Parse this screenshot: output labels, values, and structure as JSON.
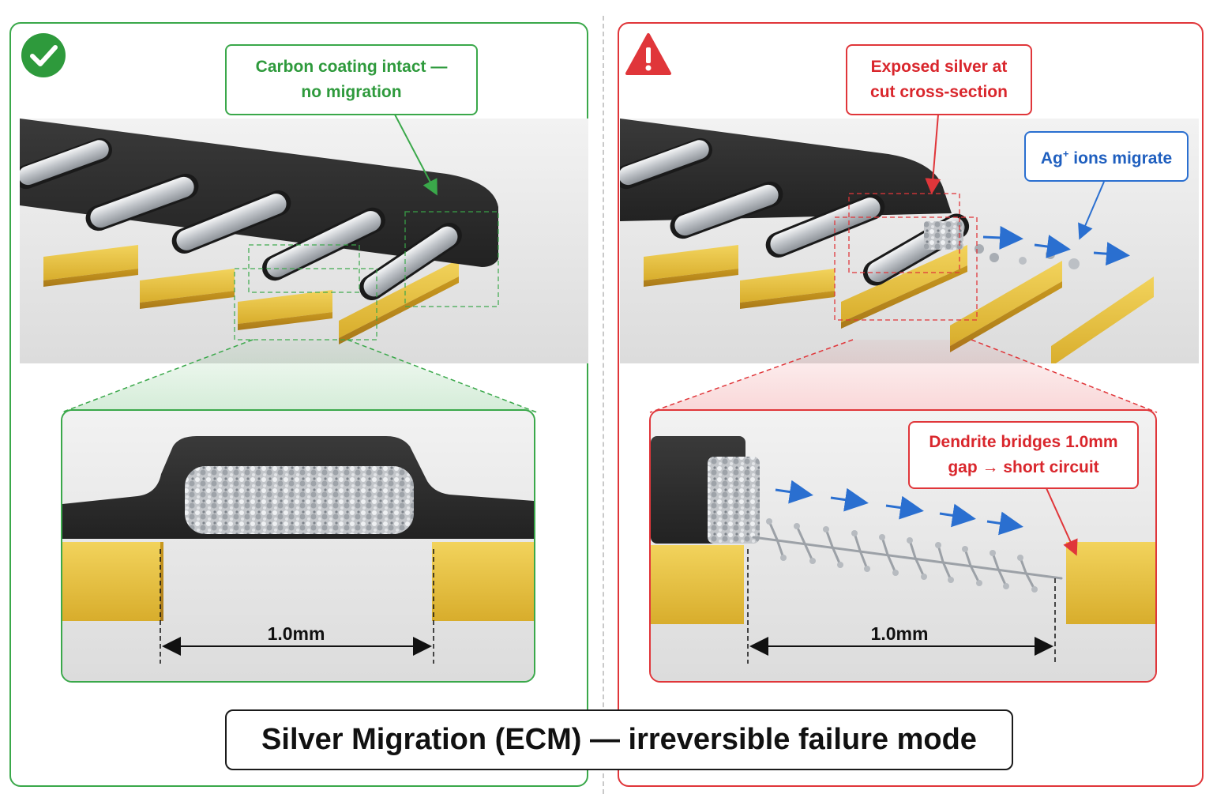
{
  "left_panel": {
    "status": "ok",
    "callout": [
      "Carbon coating intact —",
      "no migration"
    ],
    "gap_label": "1.0mm"
  },
  "right_panel": {
    "status": "warning",
    "callout_cut": [
      "Exposed silver at",
      "cut cross-section"
    ],
    "callout_ions": "ions migrate",
    "callout_ions_symbol": "Ag",
    "callout_ions_charge": "+",
    "callout_dendrite": [
      "Dendrite bridges 1.0mm",
      "gap → short circuit"
    ],
    "gap_label": "1.0mm"
  },
  "caption": "Silver Migration (ECM) — irreversible failure mode",
  "colors": {
    "ok": "#3aa84a",
    "error": "#e0363a",
    "ion": "#2a6fd0",
    "carbon": "#2b2b2b",
    "silver": "#c9ccd0",
    "gold": "#d4a92b"
  }
}
